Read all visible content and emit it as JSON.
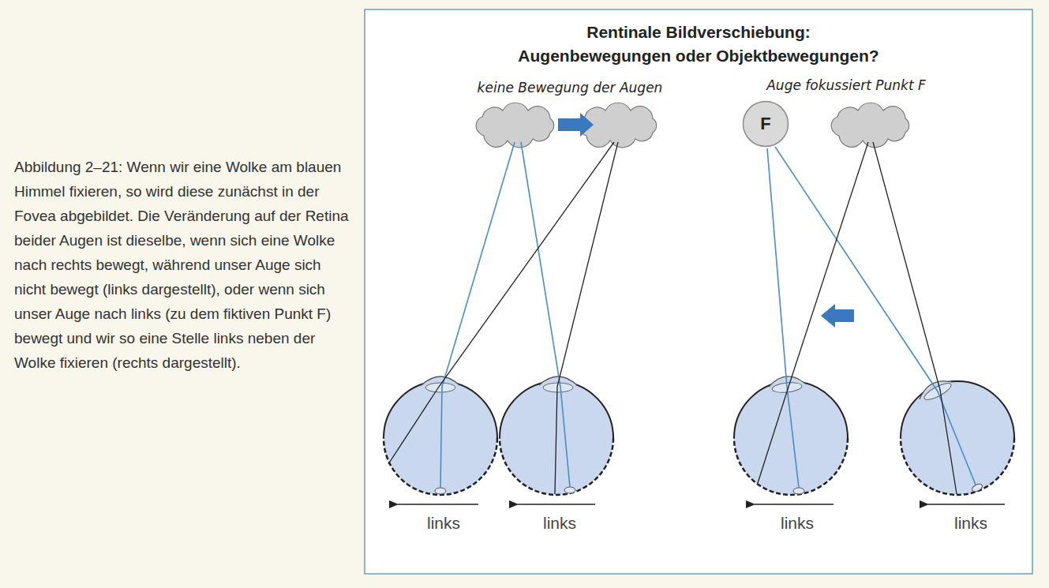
{
  "diagram": {
    "title": "Rentinale Bildverschiebung: Augenbewegungen oder Objektbewegungen?",
    "caption": "Abbildung 2–21: Wenn wir eine Wolke am blauen Himmel fixieren, so wird diese zunächst in der Fovea abgebildet. Die Veränderung auf der Retina beider Augen ist dieselbe, wenn sich eine Wolke nach rechts bewegt, während unser Auge sich nicht bewegt (links dargestellt), oder wenn sich unser Auge nach links (zu dem fiktiven Punkt F) bewegt und wir so eine Stelle links neben der Wolke fixieren (rechts dargestellt).",
    "nodes": [
      {
        "text": [
          "F"
        ]
      }
    ],
    "labels": [
      "keine Bewegung der Augen",
      "Auge fokussiert Punkt F",
      "links",
      "links",
      "links",
      "links"
    ]
  }
}
